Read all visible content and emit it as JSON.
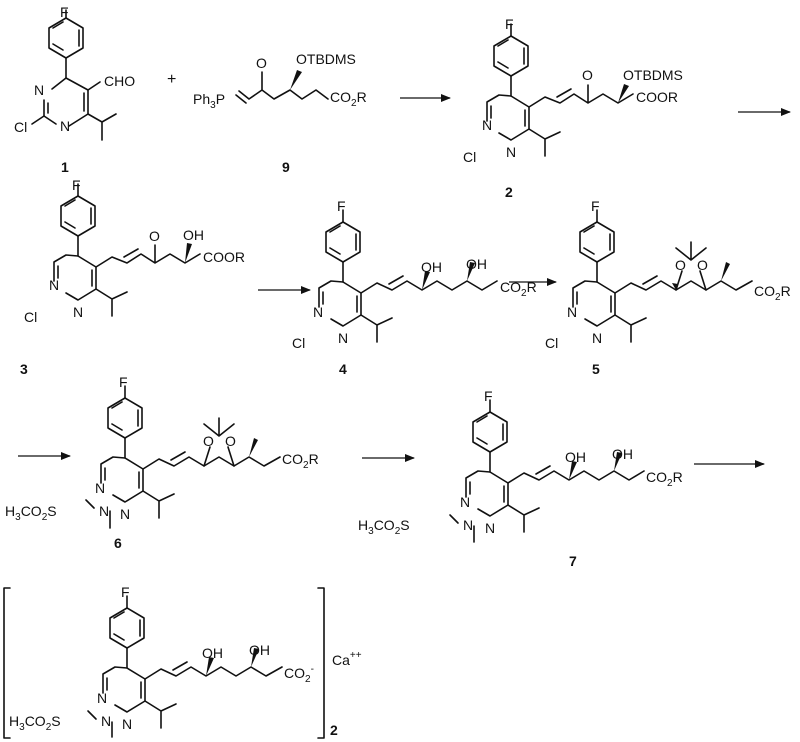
{
  "atoms": {
    "F": "F",
    "N": "N",
    "Cl": "Cl",
    "O": "O",
    "OH": "OH",
    "CHO": "CHO",
    "OTBDMS": "OTBDMS",
    "COOR": "COOR",
    "CO2R": "CO2R",
    "CO2R_main": "CO",
    "CO2R_sub": "2",
    "CO2R_tail": "R",
    "Ph3P_main": "Ph",
    "Ph3P_sub": "3",
    "Ph3P_tail": "P",
    "H3CO2S_a": "H",
    "H3CO2S_a_sub": "3",
    "H3CO2S_b": "CO",
    "H3CO2S_b_sub": "2",
    "H3CO2S_c": "S",
    "CO2_main": "CO",
    "CO2_sub": "2",
    "CO2_sup": "-",
    "Ca": "Ca",
    "Ca_sup": "++"
  },
  "plus": "+",
  "compounds": [
    "1",
    "9",
    "2",
    "3",
    "4",
    "5",
    "6",
    "7"
  ],
  "bracket_count": "2"
}
